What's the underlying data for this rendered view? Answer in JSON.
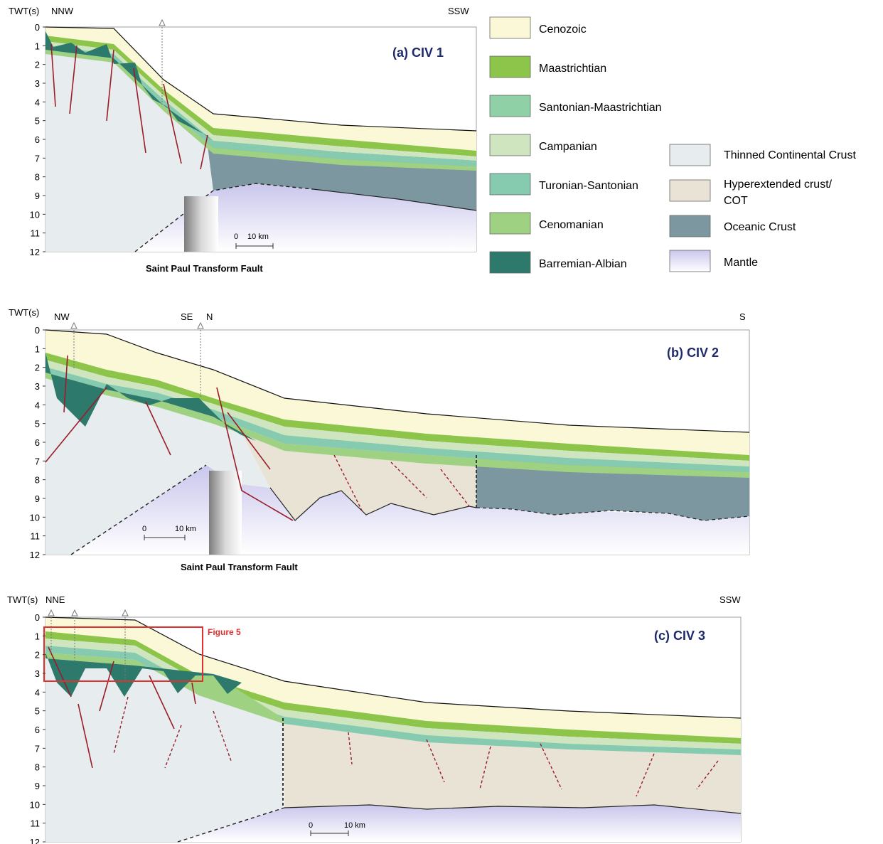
{
  "panels": [
    {
      "id": "a",
      "axis_label": "TWT(s)",
      "ticks": [
        "0",
        "1",
        "2",
        "3",
        "4",
        "5",
        "6",
        "7",
        "8",
        "9",
        "10",
        "11",
        "12"
      ],
      "dir_left": "NNW",
      "dir_right": "SSW",
      "title": "(a) CIV 1",
      "scale_zero": "0",
      "scale_km": "10 km",
      "fault_label": "Saint Paul Transform Fault"
    },
    {
      "id": "b",
      "axis_label": "TWT(s)",
      "ticks": [
        "0",
        "1",
        "2",
        "3",
        "4",
        "5",
        "6",
        "7",
        "8",
        "9",
        "10",
        "11",
        "12"
      ],
      "dir_left": "NW",
      "dir_mid1": "SE",
      "dir_mid2": "N",
      "dir_right": "S",
      "title": "(b) CIV 2",
      "scale_zero": "0",
      "scale_km": "10 km",
      "fault_label": "Saint Paul Transform Fault"
    },
    {
      "id": "c",
      "axis_label": "TWT(s)",
      "ticks": [
        "0",
        "1",
        "2",
        "3",
        "4",
        "5",
        "6",
        "7",
        "8",
        "9",
        "10",
        "11",
        "12"
      ],
      "dir_left": "NNE",
      "dir_right": "SSW",
      "title": "(c) CIV 3",
      "scale_zero": "0",
      "scale_km": "10 km",
      "figure_box_label": "Figure 5"
    }
  ],
  "legend_left": [
    {
      "label": "Cenozoic",
      "color": "#fbf8d8"
    },
    {
      "label": "Maastrichtian",
      "color": "#8cc54a"
    },
    {
      "label": "Santonian-Maastrichtian",
      "color": "#8fd0a6"
    },
    {
      "label": "Campanian",
      "color": "#cfe5bf"
    },
    {
      "label": "Turonian-Santonian",
      "color": "#86cbb0"
    },
    {
      "label": "Cenomanian",
      "color": "#9fd183"
    },
    {
      "label": "Barremian-Albian",
      "color": "#2d7a6c"
    }
  ],
  "legend_right": [
    {
      "label": "Thinned Continental Crust",
      "color": "#e7ecee"
    },
    {
      "label": "Hyperextended crust/",
      "label2": "COT",
      "color": "#e8e3d4"
    },
    {
      "label": "Oceanic Crust",
      "color": "#7d97a0"
    },
    {
      "label": "Mantle",
      "color": "#d8d6f0"
    }
  ],
  "colors": {
    "title_blue": "#1e2a6b",
    "fault_red": "#9b1c2a",
    "figure_box": "#e03030"
  }
}
